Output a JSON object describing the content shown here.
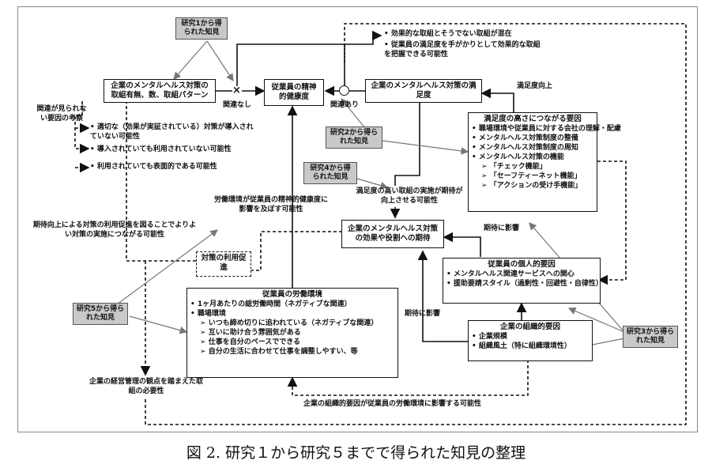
{
  "caption": "図 2. 研究１から研究５までで得られた知見の整理",
  "findings": {
    "study1": "研究1から得られた知見",
    "study2": "研究2から得られた知見",
    "study3": "研究3から得られた知見",
    "study4": "研究4から得られた知見",
    "study5": "研究5から得られた知見"
  },
  "boxes": {
    "mh_measures": "企業のメンタルヘルス対策の取組有無、数、取組パターン",
    "mental_health": "従業員の精神的健康度",
    "satisfaction": "企業のメンタルヘルス対策の満足度",
    "high_sat_factors": {
      "title": "満足度の高さにつながる要因",
      "items": [
        "職場環境や従業員に対する会社の理解・配慮",
        "メンタルヘルス対策制度の整備",
        "メンタルヘルス対策制度の周知",
        "メンタルヘルス対策の機能"
      ],
      "sub_items": [
        "「チェック機能」",
        "「セーフティーネット機能」",
        "「アクションの受け手機能」"
      ]
    },
    "expectation": "企業のメンタルヘルス対策の効果や役割への期待",
    "personal": {
      "title": "従業員の個人的要因",
      "items": [
        "メンタルヘルス関連サービスへの関心",
        "援助要請スタイル（過剰性・回避性・自律性）"
      ]
    },
    "org": {
      "title": "企業の組織的要因",
      "items": [
        "企業規模",
        "組織風土（特に組織環境性）"
      ]
    },
    "work_env": {
      "title": "従業員の労働環境",
      "items": [
        "1ヶ月あたりの総労働時間（ネガティブな関連）",
        "職場環境"
      ],
      "sub_items": [
        "いつも締め切りに追われている（ネガティブな関連）",
        "互いに助け合う雰囲気がある",
        "仕事を自分のペースでできる",
        "自分の生活に合わせて仕事を調整しやすい、等"
      ]
    },
    "usage": "対策の利用促進"
  },
  "labels": {
    "no_relation": "関連なし",
    "relation": "関連あり",
    "sat_up": "満足度向上",
    "unrelated_factors": "関連が見られない要因の考察",
    "reasons": [
      "適切な（効果が実証されている）対策が導入されていない可能性",
      "導入されていても利用されていない可能性",
      "利用されていても表面的である可能性"
    ],
    "mixed": [
      "効果的な取組とそうでない取組が混在",
      "従業員の満足度を手がかりとして効果的な取組を把握できる可能性"
    ],
    "high_sat_impl": "満足度の高い取組の実施が期待が向上させる可能性",
    "work_env_effect": "労働環境が従業員の精神的健康度に影響を及ぼす可能性",
    "expect_up": "期待向上による対策の利用促進を図ることでよりよい対策の実施につながる可能性",
    "affect_expect_1": "期待に影響",
    "affect_expect_2": "期待に影響",
    "mgmt": "企業の経営管理の観点を踏まえた取組の必要性",
    "org_work": "企業の組織的要因が従業員の労働環境に影響する可能性"
  }
}
